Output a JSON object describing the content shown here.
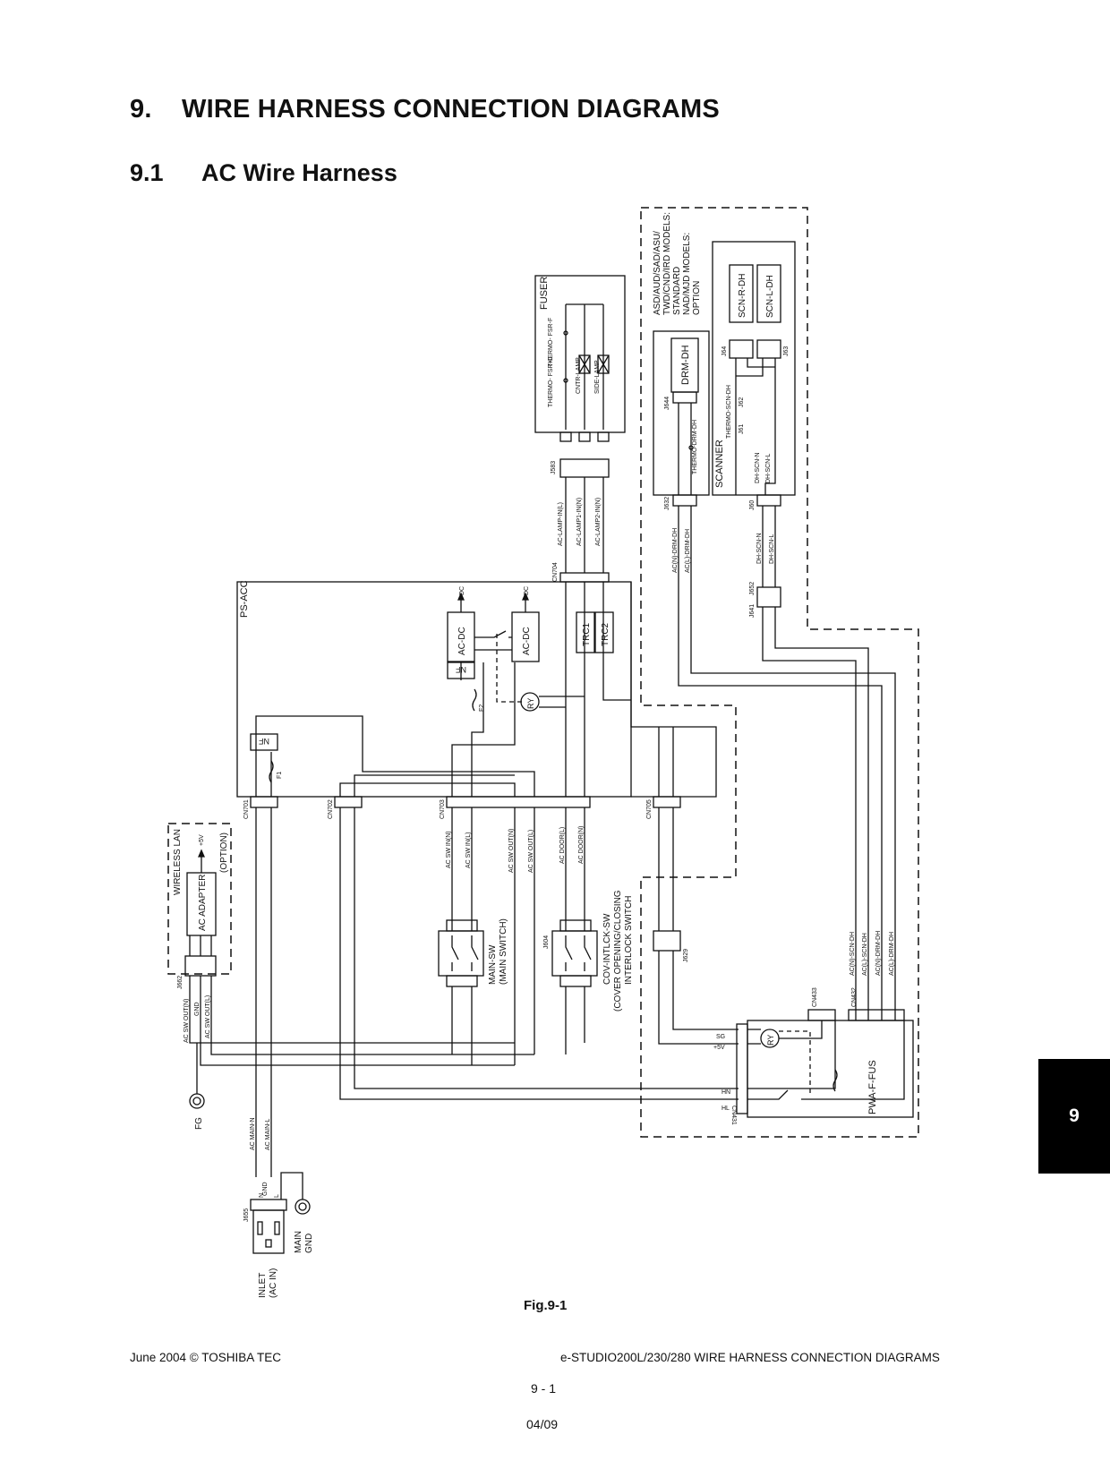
{
  "heading": {
    "number": "9.",
    "title": "WIRE HARNESS CONNECTION DIAGRAMS"
  },
  "subheading": {
    "number": "9.1",
    "title": "AC Wire Harness"
  },
  "diagram": {
    "blocks": {
      "fuser": "FUSER",
      "thermo_fsr_f": "THERMO-\nFSR-F",
      "thermo_fsr_c": "THERMO-\nFSR-C",
      "cntr_lamp": "CNTR-LAMP",
      "side_lamp": "SIDE-LAMP",
      "models_line1": "ASD/AUD/SAD/ASU/",
      "models_line2": "TWD/CND/IRD MODELS:",
      "models_line3": "STANDARD",
      "models_line4": "NAD/MJD MODELS:",
      "models_line5": "OPTION",
      "drm_dh": "DRM-DH",
      "scn_r_dh": "SCN-R-DH",
      "scn_l_dh": "SCN-L-DH",
      "scanner": "SCANNER",
      "thermo_drm_dh": "THERMO-DRM-DH",
      "thermo_scn_dh": "THERMO-SCN-DH",
      "ps_acc": "PS-ACC",
      "ac_dc": "AC-DC",
      "dc": "DC",
      "nf": "NF",
      "trc1": "TRC1",
      "trc2": "TRC2",
      "ry": "RY",
      "f1": "F1",
      "f2": "F2",
      "wireless_lan": "WIRELESS LAN",
      "option": "(OPTION)",
      "ac_adapter": "AC ADAPTER",
      "plus5v": "+5V",
      "main_sw_line1": "MAIN-SW",
      "main_sw_line2": "(MAIN SWITCH)",
      "cov_sw_line1": "COV-INTLCK-SW",
      "cov_sw_line2": "(COVER OPENING/CLOSING",
      "cov_sw_line3": "INTERLOCK SWITCH",
      "pwa_f_fus": "PWA-F-FUS",
      "fg": "FG",
      "inlet_line1": "INLET",
      "inlet_line2": "(AC IN)",
      "main_gnd_line1": "MAIN",
      "main_gnd_line2": "GND"
    },
    "connectors": {
      "j583": "J583",
      "j644": "J644",
      "j632": "J632",
      "j64": "J64",
      "j63": "J63",
      "j62": "J62",
      "j61": "J61",
      "j60": "J60",
      "j641": "J641",
      "j652": "J652",
      "cn704": "CN704",
      "cn701": "CN701",
      "cn702": "CN702",
      "cn703": "CN703",
      "cn705": "CN705",
      "j662": "J662",
      "j604": "J604",
      "j629": "J629",
      "cn433": "CN433",
      "cn432": "CN432",
      "cn431": "CN431",
      "j655": "J655"
    },
    "wires": {
      "ac_lamp_in_l": "AC-LAMP-IN(L)",
      "ac_lamp1_in_n": "AC-LAMP1-IN(N)",
      "ac_lamp2_in_n": "AC-LAMP2-IN(N)",
      "ac_n_drm_dh_top": "AC(N)-DRM-DH",
      "ac_l_drm_dh_top": "AC(L)-DRM-DH",
      "dh_scn_n": "DH-SCN-N",
      "dh_scn_l": "DH-SCN-L",
      "ac_sw_in_n": "AC SW IN(N)",
      "ac_sw_in_l": "AC SW IN(L)",
      "ac_sw_out_n": "AC SW OUT(N)",
      "ac_sw_out_l": "AC SW OUT(L)",
      "ac_door_l": "AC DOOR(L)",
      "ac_door_n": "AC DOOR(N)",
      "ac_n_scn_dh": "AC(N)-SCN-DH",
      "ac_l_scn_dh": "AC(L)-SCN-DH",
      "ac_n_drm_dh": "AC(N)-DRM-DH",
      "ac_l_drm_dh": "AC(L)-DRM-DH",
      "gnd": "GND",
      "ac_main_n": "AC MAIN-N",
      "ac_main_l": "AC MAIN-L",
      "sg": "SG",
      "hn": "HN",
      "hl": "HL"
    }
  },
  "figure_caption": "Fig.9-1",
  "footer": {
    "left": "June 2004 © TOSHIBA TEC",
    "right": "e-STUDIO200L/230/280 WIRE HARNESS CONNECTION DIAGRAMS",
    "page": "9 - 1",
    "revision": "04/09"
  },
  "side_tab": "9"
}
